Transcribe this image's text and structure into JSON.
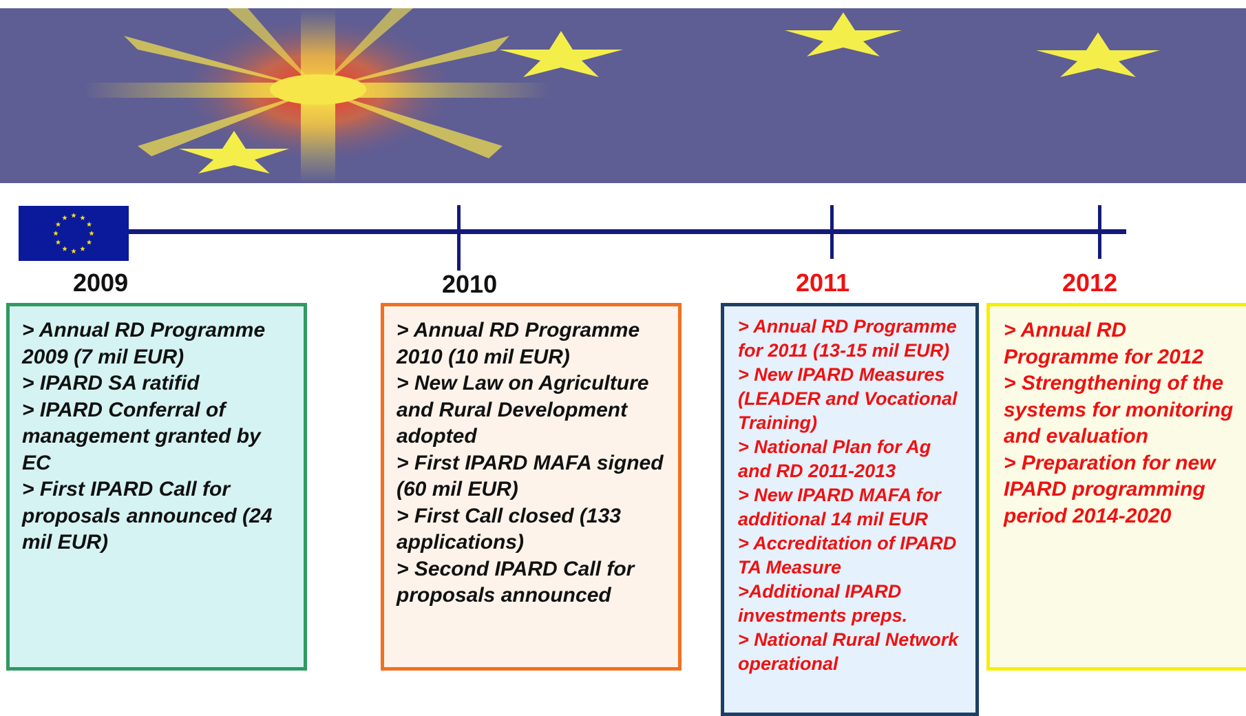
{
  "header": {
    "banner_colors": {
      "background": "#5e5d94",
      "sun": "#f6e64a",
      "sun_core": "#e33a2a",
      "stars": "#f4ee4a"
    }
  },
  "timeline": {
    "line_color": "#131a7a",
    "flag_icon": "eu-flag-icon"
  },
  "years": [
    {
      "label": "2009",
      "color": "#111111"
    },
    {
      "label": "2010",
      "color": "#111111"
    },
    {
      "label": "2011",
      "color": "#ee1111"
    },
    {
      "label": "2012",
      "color": "#ee1111"
    }
  ],
  "boxes": {
    "y2009": {
      "items": [
        ">  Annual RD Programme 2009 (7 mil EUR)",
        "> IPARD SA ratifid",
        "> IPARD Conferral of management granted by EC",
        "> First  IPARD Call for proposals announced (24 mil EUR)"
      ]
    },
    "y2010": {
      "items": [
        "> Annual RD Programme 2010 (10 mil EUR)",
        ">  New Law on Agriculture and Rural Development adopted",
        " > First IPARD MAFA signed (60 mil EUR)",
        "> First Call closed (133 applications)",
        "> Second IPARD Call for proposals announced"
      ]
    },
    "y2011": {
      "items": [
        "> Annual RD Programme for 2011 (13-15 mil EUR)",
        "> New IPARD Measures (LEADER and Vocational Training)",
        "> National Plan for Ag and RD 2011-2013",
        "> New IPARD MAFA for additional 14 mil EUR",
        "> Accreditation of IPARD TA Measure",
        ">Additional IPARD investments preps.",
        "> National Rural Network operational"
      ]
    },
    "y2012": {
      "items": [
        "> Annual RD Programme for 2012",
        "> Strengthening of the systems for monitoring and evaluation",
        "> Preparation for new IPARD programming period  2014-2020"
      ]
    }
  }
}
